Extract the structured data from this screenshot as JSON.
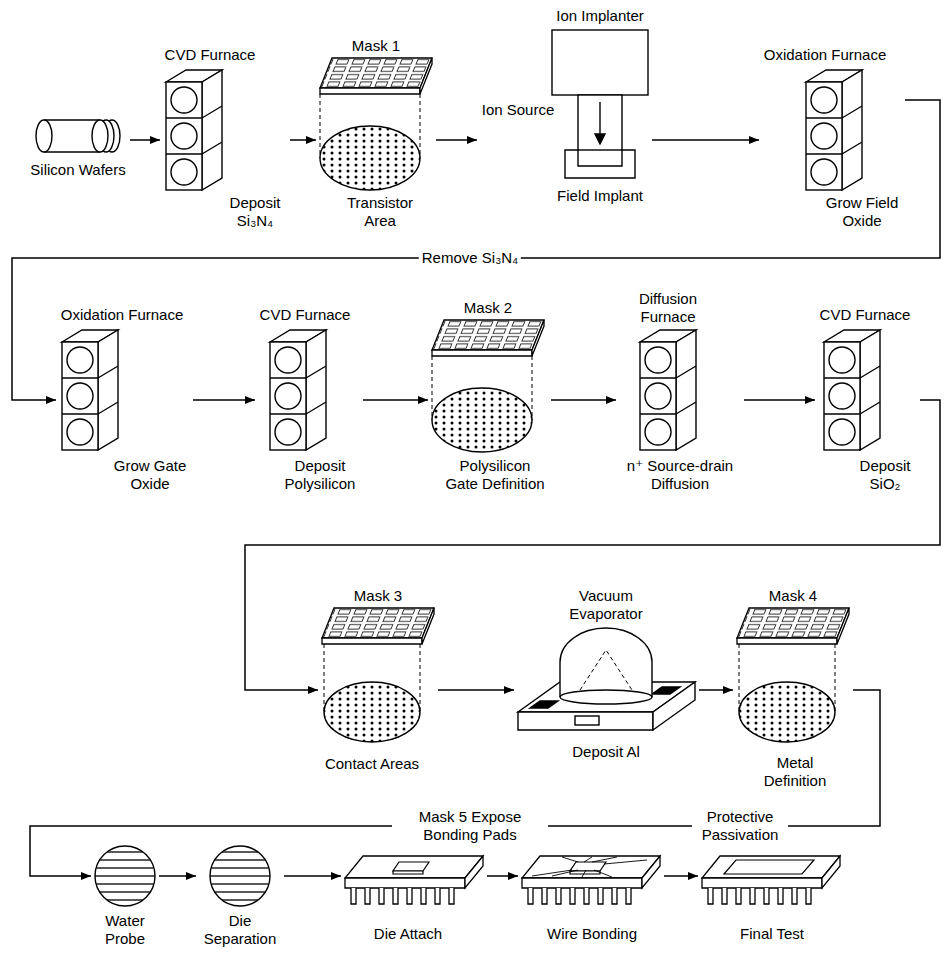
{
  "diagram": {
    "nodes": [
      {
        "text": [
          "Silicon Wafers"
        ]
      },
      {
        "text": [
          "CVD Furnace",
          "Deposit Si₃N₄"
        ]
      },
      {
        "text": [
          "Mask 1",
          "Transistor Area"
        ]
      },
      {
        "text": [
          "Ion Implanter",
          "Ion Source",
          "Field Implant"
        ]
      },
      {
        "text": [
          "Oxidation Furnace",
          "Grow Field Oxide"
        ]
      },
      {
        "text": [
          "Oxidation Furnace",
          "Grow Gate Oxide"
        ]
      },
      {
        "text": [
          "CVD Furnace",
          "Deposit Polysilicon"
        ]
      },
      {
        "text": [
          "Mask 2",
          "Polysilicon Gate Definition"
        ]
      },
      {
        "text": [
          "Diffusion Furnace",
          "n⁺ Source-drain Diffusion"
        ]
      },
      {
        "text": [
          "CVD Furnace",
          "Deposit SiO₂"
        ]
      },
      {
        "text": [
          "Mask 3",
          "Contact Areas"
        ]
      },
      {
        "text": [
          "Vacuum Evaporator",
          "Deposit Al"
        ]
      },
      {
        "text": [
          "Mask 4",
          "Metal Definition"
        ]
      },
      {
        "text": [
          "Water Probe"
        ]
      },
      {
        "text": [
          "Die Separation"
        ]
      },
      {
        "text": [
          "Die Attach"
        ]
      },
      {
        "text": [
          "Wire Bonding"
        ]
      },
      {
        "text": [
          "Final Test"
        ]
      }
    ],
    "edges": [
      {
        "from": 0,
        "to": 1,
        "arrow": "to"
      },
      {
        "from": 1,
        "to": 2,
        "arrow": "to"
      },
      {
        "from": 2,
        "to": 3,
        "arrow": "to"
      },
      {
        "from": 3,
        "to": 4,
        "arrow": "to"
      },
      {
        "from": 4,
        "to": 5,
        "label": "Remove Si₃N₄",
        "arrow": "to"
      },
      {
        "from": 5,
        "to": 6,
        "arrow": "to"
      },
      {
        "from": 6,
        "to": 7,
        "arrow": "to"
      },
      {
        "from": 7,
        "to": 8,
        "arrow": "to"
      },
      {
        "from": 8,
        "to": 9,
        "arrow": "to"
      },
      {
        "from": 9,
        "to": 10,
        "arrow": "to"
      },
      {
        "from": 10,
        "to": 11,
        "arrow": "to"
      },
      {
        "from": 11,
        "to": 12,
        "arrow": "to"
      },
      {
        "from": 12,
        "to": 13,
        "label": "Protective Passivation",
        "arrow": "to"
      },
      {
        "from": 13,
        "to": 14,
        "arrow": "to"
      },
      {
        "from": 14,
        "to": 15,
        "arrow": "to"
      },
      {
        "from": 15,
        "to": 16,
        "arrow": "to"
      },
      {
        "from": 16,
        "to": 17,
        "arrow": "to"
      }
    ],
    "labels": [
      "Mask 5 Expose Bonding Pads"
    ]
  }
}
